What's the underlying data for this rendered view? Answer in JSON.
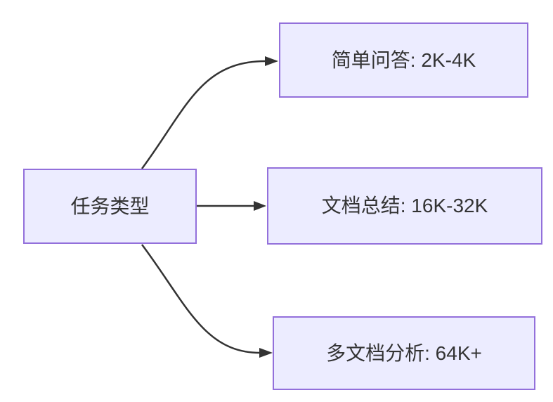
{
  "diagram": {
    "type": "flowchart",
    "direction": "left-to-right",
    "nodes": {
      "root": {
        "label": "任务类型"
      },
      "top": {
        "label": "简单问答: 2K-4K"
      },
      "middle": {
        "label": "文档总结: 16K-32K"
      },
      "bottom": {
        "label": "多文档分析: 64K+"
      }
    },
    "edges": [
      {
        "from": "任务类型",
        "to": "简单问答: 2K-4K"
      },
      {
        "from": "任务类型",
        "to": "文档总结: 16K-32K"
      },
      {
        "from": "任务类型",
        "to": "多文档分析: 64K+"
      }
    ],
    "colors": {
      "node_fill": "#ECECFF",
      "node_border": "#9370DB",
      "edge_stroke": "#333333",
      "text": "#333333",
      "background": "#FFFFFF"
    }
  }
}
